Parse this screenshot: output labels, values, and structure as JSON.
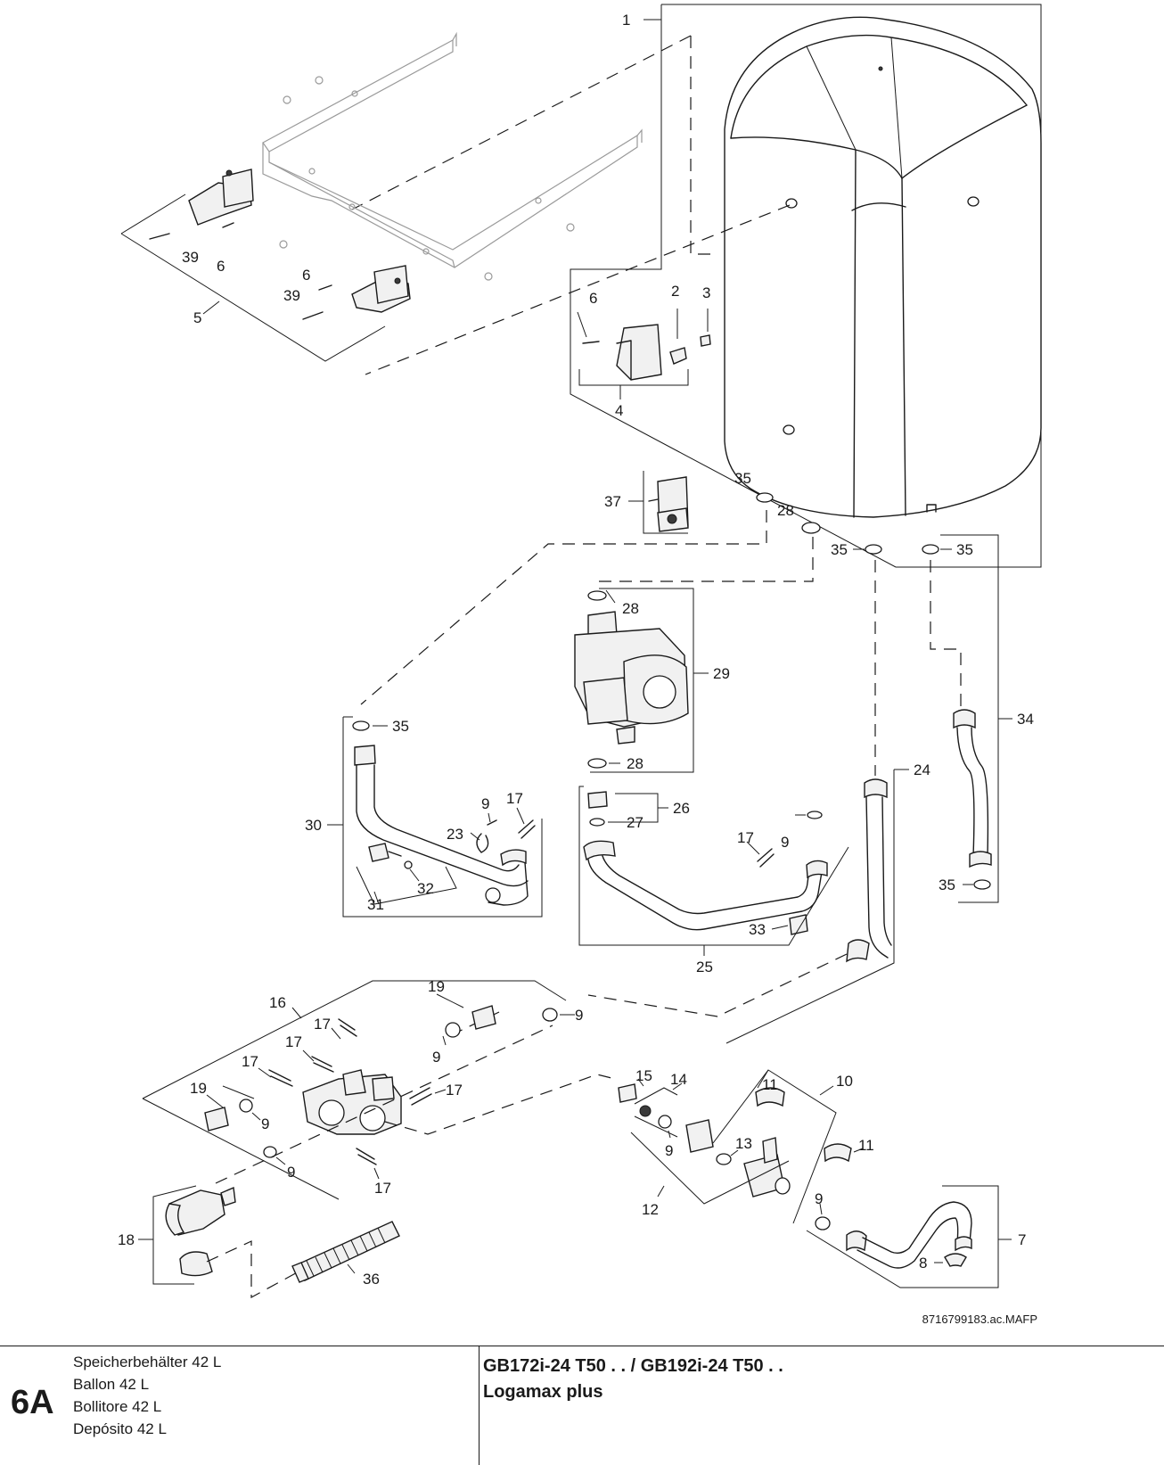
{
  "callouts": {
    "c1": "1",
    "c2": "2",
    "c3": "3",
    "c4": "4",
    "c5": "5",
    "c6a": "6",
    "c6b": "6",
    "c6c": "6",
    "c7": "7",
    "c8": "8",
    "c9a": "9",
    "c9b": "9",
    "c9c": "9",
    "c9d": "9",
    "c9e": "9",
    "c9f": "9",
    "c9g": "9",
    "c9h": "9",
    "c10": "10",
    "c11a": "11",
    "c11b": "11",
    "c12": "12",
    "c13": "13",
    "c14": "14",
    "c15": "15",
    "c16": "16",
    "c17a": "17",
    "c17b": "17",
    "c17c": "17",
    "c17d": "17",
    "c17e": "17",
    "c17f": "17",
    "c17g": "17",
    "c18": "18",
    "c19a": "19",
    "c19b": "19",
    "c23": "23",
    "c24": "24",
    "c25": "25",
    "c26": "26",
    "c27": "27",
    "c28a": "28",
    "c28b": "28",
    "c28c": "28",
    "c29": "29",
    "c30": "30",
    "c31": "31",
    "c32": "32",
    "c33": "33",
    "c34": "34",
    "c35a": "35",
    "c35b": "35",
    "c35c": "35",
    "c35d": "35",
    "c35e": "35",
    "c36": "36",
    "c37": "37",
    "c39a": "39",
    "c39b": "39"
  },
  "drawing_reference": "8716799183.ac.MAFP",
  "title_block": {
    "section_number": "6A",
    "descriptions": [
      "Speicherbehälter 42 L",
      "Ballon 42 L",
      "Bollitore 42 L",
      "Depósito 42 L"
    ],
    "model_line_1": "GB172i-24 T50 . . / GB192i-24 T50 . .",
    "model_line_2": "Logamax plus"
  }
}
